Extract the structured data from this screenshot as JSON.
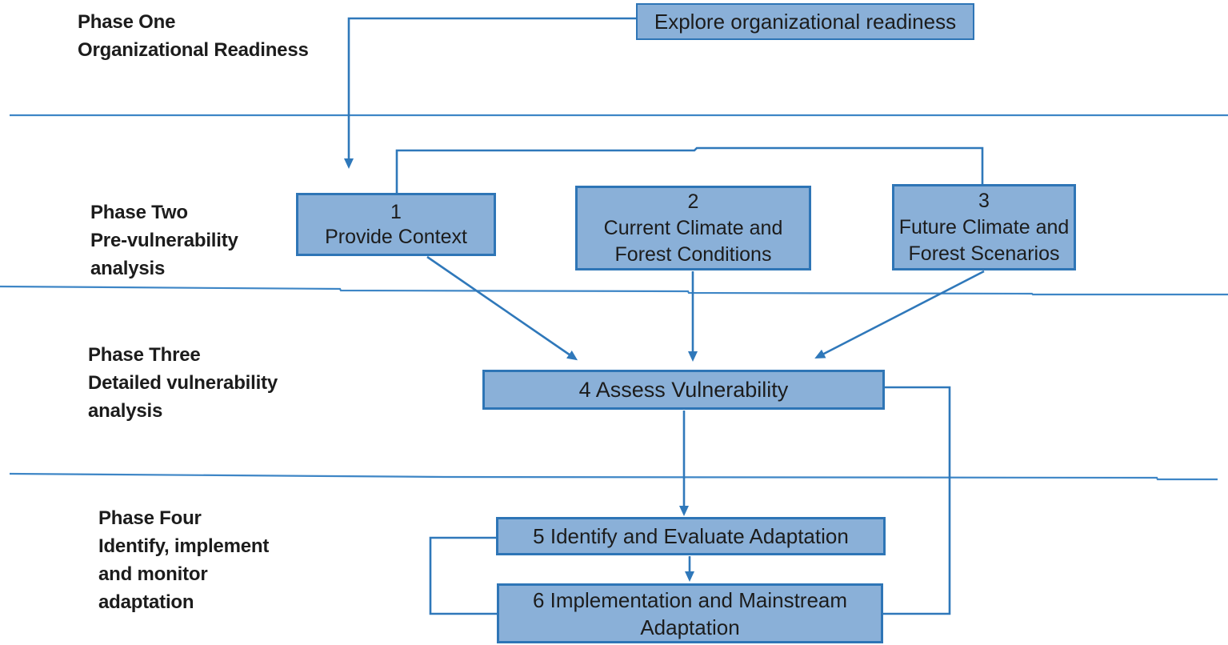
{
  "theme": {
    "box_fill": "#8ab0d8",
    "box_border": "#2e75b6",
    "line_color": "#2f78ba",
    "divider_color": "#3e86c6",
    "text_color": "#1c1c1c",
    "bg_color": "#ffffff"
  },
  "phases": [
    {
      "lines": [
        "Phase One",
        "Organizational Readiness"
      ]
    },
    {
      "lines": [
        "Phase Two",
        "Pre-vulnerability",
        "analysis"
      ]
    },
    {
      "lines": [
        "Phase Three",
        "Detailed vulnerability",
        "analysis"
      ]
    },
    {
      "lines": [
        "Phase Four",
        "Identify, implement",
        "and monitor",
        "adaptation"
      ]
    }
  ],
  "nodes": {
    "explore": {
      "lines": [
        "Explore organizational readiness"
      ]
    },
    "step1": {
      "lines": [
        "1",
        "Provide Context"
      ]
    },
    "step2": {
      "lines": [
        "2",
        "Current Climate and",
        "Forest Conditions"
      ]
    },
    "step3": {
      "lines": [
        "3",
        "Future Climate and",
        "Forest Scenarios"
      ]
    },
    "step4": {
      "lines": [
        "4 Assess Vulnerability"
      ]
    },
    "step5": {
      "lines": [
        "5 Identify and Evaluate Adaptation"
      ]
    },
    "step6": {
      "lines": [
        "6 Implementation and Mainstream",
        "Adaptation"
      ]
    }
  }
}
